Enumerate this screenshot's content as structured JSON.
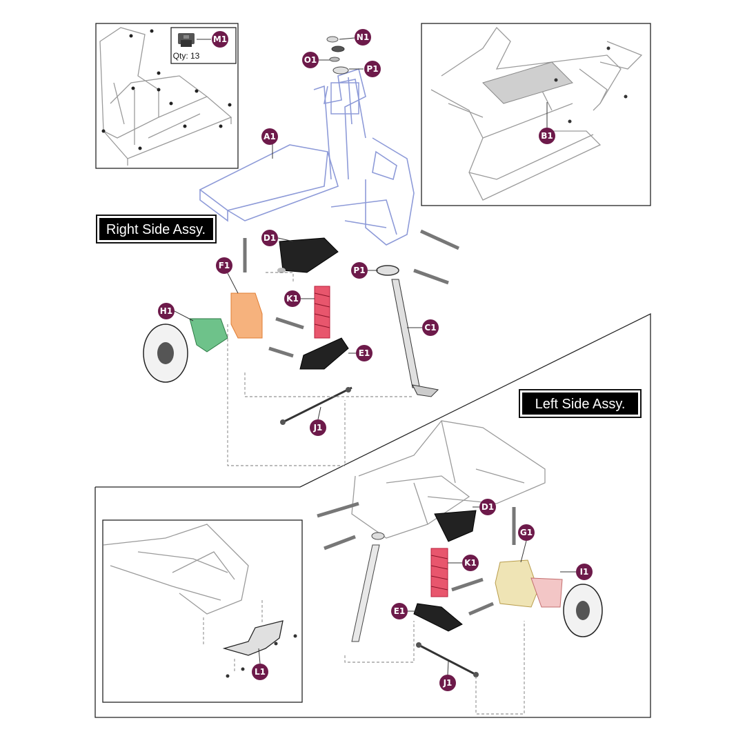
{
  "labels": {
    "right_side": "Right Side Assy.",
    "left_side": "Left Side Assy."
  },
  "inset_qty": "Qty: 13",
  "callouts": {
    "m1": "M1",
    "n1": "N1",
    "o1": "O1",
    "p1_top": "P1",
    "a1": "A1",
    "b1": "B1",
    "d1_right": "D1",
    "p1_right": "P1",
    "f1": "F1",
    "k1_right": "K1",
    "h1": "H1",
    "c1": "C1",
    "e1_right": "E1",
    "j1_right": "J1",
    "d1_left": "D1",
    "g1": "G1",
    "k1_left": "K1",
    "i1": "I1",
    "e1_left": "E1",
    "j1_left": "J1",
    "l1": "L1"
  },
  "colors": {
    "callout": "#6d1a4a",
    "frame_blue": "#8d9ad8",
    "spring_red": "#e0405a",
    "bracket_orange": "#f19a5a",
    "knuckle_green": "#3d9a5a",
    "bracket_yellow": "#d8c47a",
    "knuckle_pink": "#eaa0a0"
  }
}
